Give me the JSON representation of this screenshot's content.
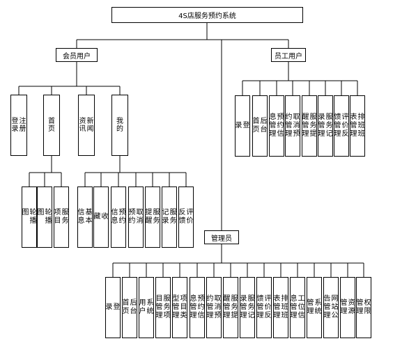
{
  "diagram": {
    "root": "4S店服务预约系统",
    "branches": {
      "member": {
        "title": "会员用户",
        "children": [
          "注册登录",
          "首页",
          "新闻资讯",
          "我的"
        ],
        "home_children": [
          "轮播图",
          "轮播图",
          "服务项目"
        ],
        "mine_children": [
          "基本信息",
          "收藏",
          "预约信息",
          "取消预约",
          "服务提醒",
          "服务记录",
          "评价反馈"
        ]
      },
      "admin": {
        "title": "管理员",
        "children": [
          "登录",
          "后台首页",
          "系统用户",
          "服务项目管理",
          "项目类型管理",
          "预约信息管理",
          "取消预约管理",
          "服务提醒管理",
          "服务记录管理",
          "评价反馈管理",
          "排班班表管理",
          "工位信息管理",
          "系统管理",
          "网站公告管理",
          "资源管理",
          "权限管理"
        ]
      },
      "staff": {
        "title": "员工用户",
        "children": [
          "登录",
          "后台首页",
          "预约信息管理",
          "取消预约管理",
          "服务提醒管理",
          "服务记录管理",
          "评价反馈管理",
          "排班班表管理"
        ]
      }
    }
  }
}
